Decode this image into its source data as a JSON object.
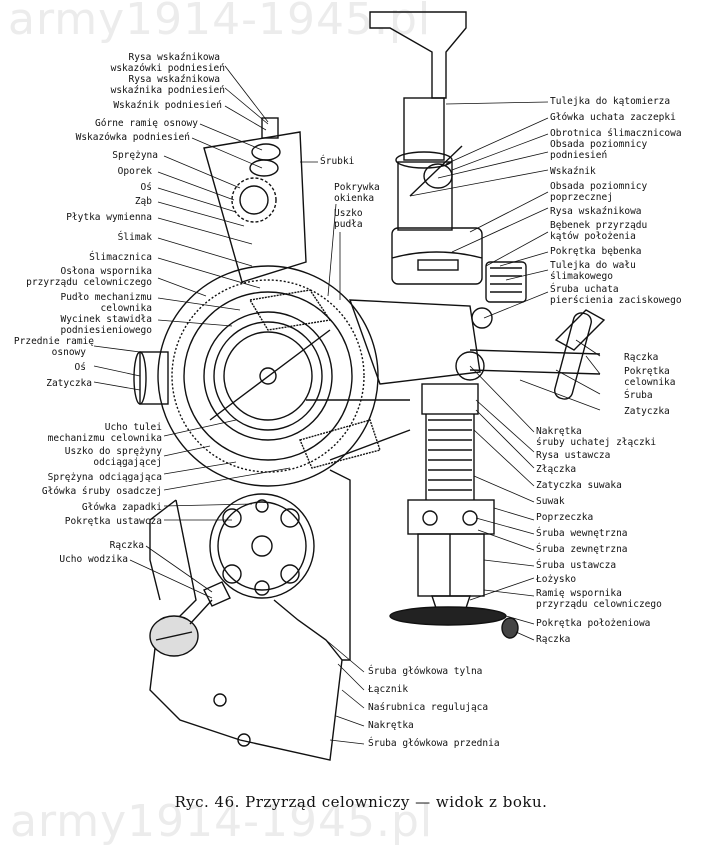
{
  "watermark": {
    "top": "army1914-1945.pl",
    "bottom": "army1914-1945.pl"
  },
  "caption": "Ryc. 46. Przyrząd celowniczy — widok z boku.",
  "labels_left": [
    "Rysa wskaźnikowa",
    "wskazówki podniesień",
    "Rysa wskaźnikowa",
    "wskaźnika podniesień",
    "Wskaźnik podniesień",
    "Górne ramię osnowy",
    "Wskazówka podniesień",
    "Sprężyna",
    "Oporek",
    "Oś",
    "Ząb",
    "Płytka wymienna",
    "Ślimak",
    "Ślimacznica",
    "Osłona wspornika",
    "przyrządu celowniczego",
    "Pudło mechanizmu",
    "celownika",
    "Wycinek stawidła",
    "podniesieniowego",
    "Przednie ramię",
    "osnowy",
    "Oś",
    "Zatyczka",
    "Ucho tulei",
    "mechanizmu celownika",
    "Uszko do sprężyny",
    "odciągającej",
    "Sprężyna odciągająca",
    "Główka śruby osadczej",
    "Główka zapadki",
    "Pokrętka ustawcza",
    "Rączka",
    "Ucho wodzika"
  ],
  "labels_center": [
    "Śrubki",
    "Pokrywka",
    "okienka",
    "Uszko",
    "pudła"
  ],
  "labels_right": [
    "Tulejka do kątomierza",
    "Główka uchata zaczepki",
    "Obrotnica ślimacznicowa",
    "Obsada poziomnicy",
    "podniesień",
    "Wskaźnik",
    "Obsada poziomnicy",
    "poprzecznej",
    "Rysa wskaźnikowa",
    "Bębenek przyrządu",
    "kątów położenia",
    "Pokrętka bębenka",
    "Tulejka do wału",
    "ślimakowego",
    "Śruba uchata",
    "pierścienia zaciskowego",
    "Rączka",
    "Pokrętka",
    "celownika",
    "Śruba",
    "Zatyczka",
    "Nakrętka",
    "śruby uchatej złączki",
    "Rysa ustawcza",
    "Złączka",
    "Zatyczka suwaka",
    "Suwak",
    "Poprzeczka",
    "Śruba wewnętrzna",
    "Śruba zewnętrzna",
    "Śruba ustawcza",
    "Łożysko",
    "Ramię wspornika",
    "przyrządu celowniczego",
    "Pokrętka położeniowa",
    "Rączka"
  ],
  "labels_bottom": [
    "Śruba główkowa tylna",
    "Łącznik",
    "Naśrubnica regulująca",
    "Nakrętka",
    "Śruba główkowa przednia"
  ]
}
